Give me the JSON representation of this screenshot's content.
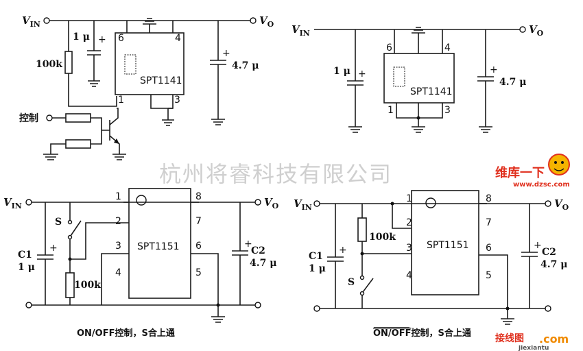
{
  "labels": {
    "vin_main": "V",
    "vin_sub": "IN",
    "vout_main": "V",
    "vout_sub": "O",
    "cap_1u": "1 μ",
    "cap_47u": "4.7 μ",
    "r_100k": "100k",
    "control": "控制",
    "chip_1141": "SPT1141",
    "chip_1151": "SPT1151",
    "switch_s": "S",
    "c1": "C1",
    "c2": "C2",
    "plus": "+"
  },
  "captions": {
    "left": "ON/OFF控制，S合上通",
    "right_overline": "ON/OFF",
    "right_rest": "控制，S合上通"
  },
  "watermark": "杭州将睿科技有限公司",
  "logo": {
    "top": "维库一下",
    "url": "www.dzsc.com",
    "bottom_brand": "接线图",
    "bottom_tld": ".com",
    "bottom_site": "jiexiantu"
  },
  "pins": [
    "1",
    "2",
    "3",
    "4",
    "5",
    "6",
    "7",
    "8"
  ],
  "colors": {
    "logo_red": "#e0301e",
    "logo_orange": "#f08a00",
    "watermark": "#cfcfcf"
  }
}
